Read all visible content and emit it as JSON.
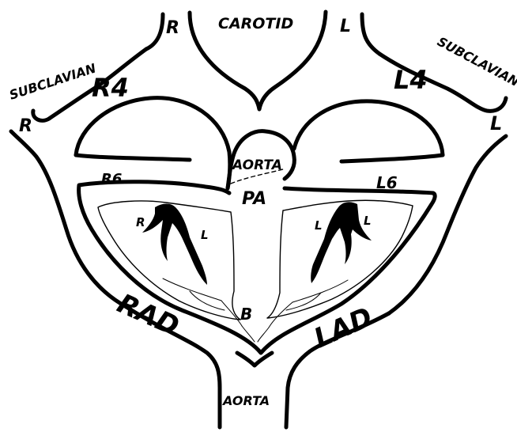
{
  "labels": {
    "carotid": "CAROTID",
    "r_carotid": "R",
    "l_carotid": "L",
    "r_subclavian": "SUBCLAVIAN",
    "l_subclavian": "SUBCLAVIAN",
    "r_subclavian_side": "R",
    "l_subclavian_side": "L",
    "r4": "R4",
    "l4": "L4",
    "aorta_top": "AORTA",
    "pa": "PA",
    "r6": "R6",
    "l6": "L6",
    "r_lung_r": "R",
    "r_lung_l": "L",
    "l_lung_l1": "L",
    "l_lung_l2": "L",
    "rad": "RAD",
    "lad": "LAD",
    "b": "B",
    "aorta_bottom": "AORTA"
  },
  "colors": {
    "ink": "#000000",
    "paper": "#ffffff"
  }
}
